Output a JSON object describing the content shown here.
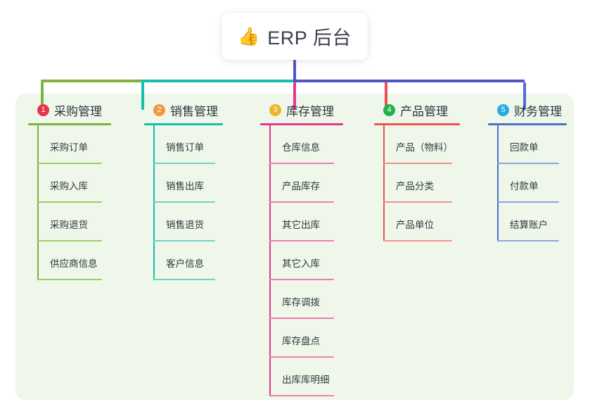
{
  "root": {
    "emoji": "👍",
    "emoji_name": "thumbs-up-icon",
    "title": "ERP 后台"
  },
  "palette": {
    "panel_bg": "#eef7ea",
    "canvas_bg": "#ffffff",
    "trunk": "#4f56c4",
    "text": "#32383f"
  },
  "columns": [
    {
      "index": "1",
      "title": "采购管理",
      "badge_color": "#e8344b",
      "line_color": "#7cb342",
      "leaf_line_color": "#9ccc6a",
      "items": [
        "采购订单",
        "采购入库",
        "采购退货",
        "供应商信息"
      ]
    },
    {
      "index": "2",
      "title": "销售管理",
      "badge_color": "#f3973c",
      "line_color": "#17bfad",
      "leaf_line_color": "#6fd2c6",
      "items": [
        "销售订单",
        "销售出库",
        "销售退货",
        "客户信息"
      ]
    },
    {
      "index": "3",
      "title": "库存管理",
      "badge_color": "#f0b429",
      "line_color": "#e8368f",
      "leaf_line_color": "#ef7db3",
      "items": [
        "仓库信息",
        "产品库存",
        "其它出库",
        "其它入库",
        "库存调拨",
        "库存盘点",
        "出库库明细"
      ]
    },
    {
      "index": "4",
      "title": "产品管理",
      "badge_color": "#22b14c",
      "line_color": "#f0514f",
      "leaf_line_color": "#f4918d",
      "items": [
        "产品（物料）",
        "产品分类",
        "产品单位"
      ]
    },
    {
      "index": "5",
      "title": "财务管理",
      "badge_color": "#29abe2",
      "line_color": "#4f6fd0",
      "leaf_line_color": "#8fa4e0",
      "items": [
        "回款单",
        "付款单",
        "结算账户"
      ]
    }
  ],
  "bus": {
    "segments": [
      {
        "name": "bus-segment-green",
        "color": "#7cb342"
      },
      {
        "name": "bus-segment-teal",
        "color": "#17bfad"
      },
      {
        "name": "bus-segment-blue",
        "color": "#4f56c4"
      }
    ],
    "drops": [
      {
        "name": "drop-purchase",
        "color": "#7cb342"
      },
      {
        "name": "drop-sales",
        "color": "#17bfad"
      },
      {
        "name": "drop-inventory",
        "color": "#e8368f"
      },
      {
        "name": "drop-product",
        "color": "#f0514f"
      },
      {
        "name": "drop-finance",
        "color": "#4f6fd0"
      }
    ]
  }
}
